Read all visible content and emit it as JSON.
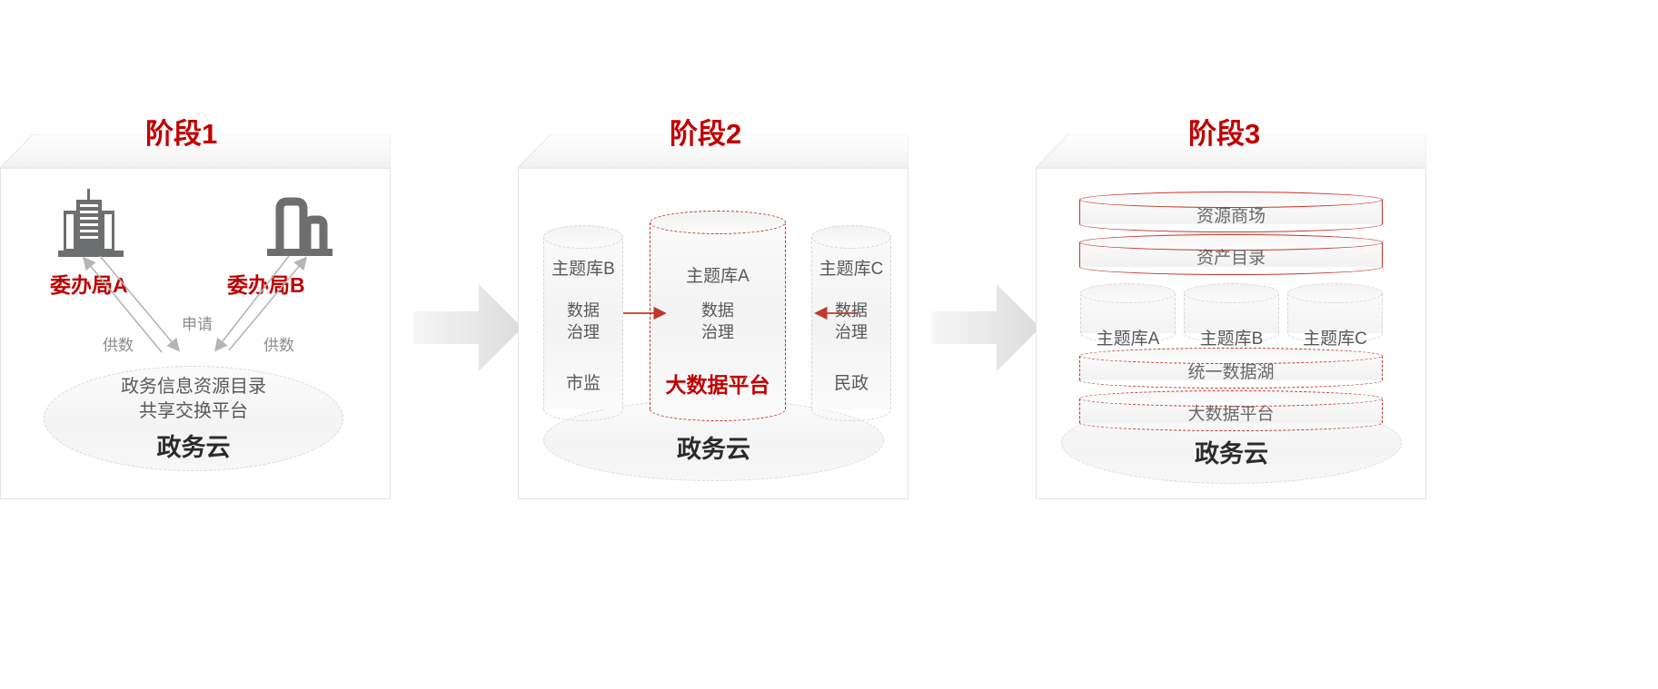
{
  "diagram": {
    "title_color": "#C00000",
    "body_text_color": "#58585a",
    "accent_color": "#C0392B"
  },
  "panels": [
    {
      "id": "stage-1",
      "title": "阶段1",
      "orgs": [
        {
          "label": "委办局A",
          "icon": "office-building-icon"
        },
        {
          "label": "委办局B",
          "icon": "factory-building-icon"
        }
      ],
      "flows": [
        {
          "label": "供数"
        },
        {
          "label": "申请"
        },
        {
          "label": "供数"
        }
      ],
      "cloud": {
        "line1": "政务信息资源目录",
        "line2": "共享交换平台",
        "name": "政务云"
      }
    },
    {
      "id": "stage-2",
      "title": "阶段2",
      "cylinders": [
        {
          "title": "主题库B",
          "sub1": "数据",
          "sub2": "治理",
          "bottom": "市监",
          "highlight": false
        },
        {
          "title": "主题库A",
          "sub1": "数据",
          "sub2": "治理",
          "bottom": "大数据平台",
          "highlight": true
        },
        {
          "title": "主题库C",
          "sub1": "数据",
          "sub2": "治理",
          "bottom": "民政",
          "highlight": false
        }
      ],
      "cloud": {
        "name": "政务云"
      }
    },
    {
      "id": "stage-3",
      "title": "阶段3",
      "discs_top": [
        {
          "label": "资源商场",
          "style": "solid"
        },
        {
          "label": "资产目录",
          "style": "solid"
        }
      ],
      "mini_cylinders": [
        {
          "label": "主题库A"
        },
        {
          "label": "主题库B"
        },
        {
          "label": "主题库C"
        }
      ],
      "discs_bottom": [
        {
          "label": "统一数据湖",
          "style": "dashed"
        },
        {
          "label": "大数据平台",
          "style": "dashed"
        }
      ],
      "cloud": {
        "name": "政务云"
      }
    }
  ],
  "connectors": [
    {
      "name": "stage-1-to-2-arrow"
    },
    {
      "name": "stage-2-to-3-arrow"
    }
  ]
}
